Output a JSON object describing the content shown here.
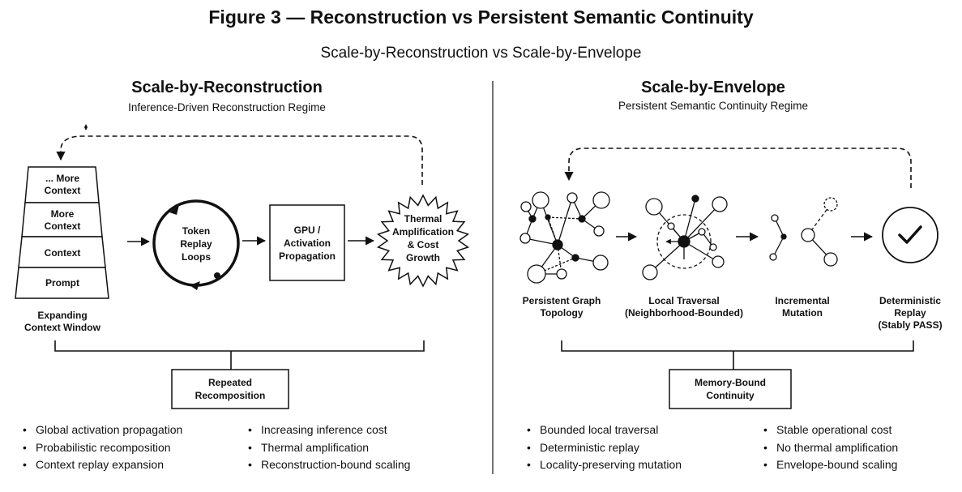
{
  "figure": {
    "title": "Figure 3 — Reconstruction vs Persistent Semantic Continuity",
    "subtitle": "Scale-by-Reconstruction vs Scale-by-Envelope"
  },
  "left_panel": {
    "title": "Scale-by-Reconstruction",
    "subtitle": "Inference-Driven Reconstruction Regime",
    "stack": [
      "... More\nContext",
      "More\nContext",
      "Context",
      "Prompt"
    ],
    "stack_caption": "Expanding\nContext Window",
    "loop_label": "Token\nReplay\nLoops",
    "gpu_label": "GPU /\nActivation\nPropagation",
    "thermal_label": "Thermal\nAmplification\n& Cost\nGrowth",
    "summary_box": "Repeated\nRecomposition",
    "bullets_left": [
      "Global activation propagation",
      "Probabilistic recomposition",
      "Context replay expansion"
    ],
    "bullets_right": [
      "Increasing inference cost",
      "Thermal amplification",
      "Reconstruction-bound scaling"
    ]
  },
  "right_panel": {
    "title": "Scale-by-Envelope",
    "subtitle": "Persistent Semantic Continuity Regime",
    "captions": [
      "Persistent Graph\nTopology",
      "Local Traversal\n(Neighborhood-Bounded)",
      "Incremental\nMutation",
      "Deterministic\nReplay\n(Stably PASS)"
    ],
    "replay_icon": "check-icon",
    "summary_box": "Memory-Bound\nContinuity",
    "bullets_left": [
      "Bounded local traversal",
      "Deterministic replay",
      "Locality-preserving mutation"
    ],
    "bullets_right": [
      "Stable operational cost",
      "No thermal amplification",
      "Envelope-bound scaling"
    ]
  },
  "colors": {
    "ink": "#111111",
    "background": "#ffffff"
  }
}
